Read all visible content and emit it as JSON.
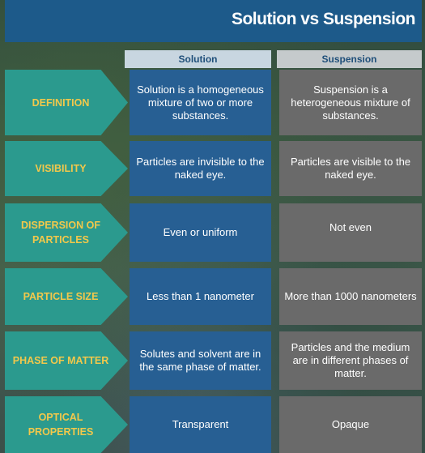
{
  "title": "Solution vs Suspension",
  "columns": {
    "solution": "Solution",
    "suspension": "Suspension"
  },
  "rows": [
    {
      "label": "DEFINITION",
      "solution": "Solution is a homogeneous mixture of two or more substances.",
      "suspension": "Suspension is a heterogeneous mixture of substances."
    },
    {
      "label": "VISIBILITY",
      "solution": "Particles are invisible to the naked eye.",
      "suspension": "Particles are visible to the naked eye."
    },
    {
      "label": "DISPERSION OF PARTICLES",
      "solution": "Even or uniform",
      "suspension": "Not even"
    },
    {
      "label": "PARTICLE SIZE",
      "solution": "Less than 1 nanometer",
      "suspension": "More than 1000 nanometers"
    },
    {
      "label": "PHASE OF MATTER",
      "solution": "Solutes and solvent are in the same phase of matter.",
      "suspension": "Particles and the medium are in different phases of matter."
    },
    {
      "label": "OPTICAL PROPERTIES",
      "solution": "Transparent",
      "suspension": "Opaque"
    }
  ],
  "colors": {
    "title_bar": "#1d5a8a",
    "label_bg": "#2b9a8e",
    "label_text": "#f2c84b",
    "solution_bg": "#275f93",
    "suspension_bg": "#6a6a6a"
  }
}
